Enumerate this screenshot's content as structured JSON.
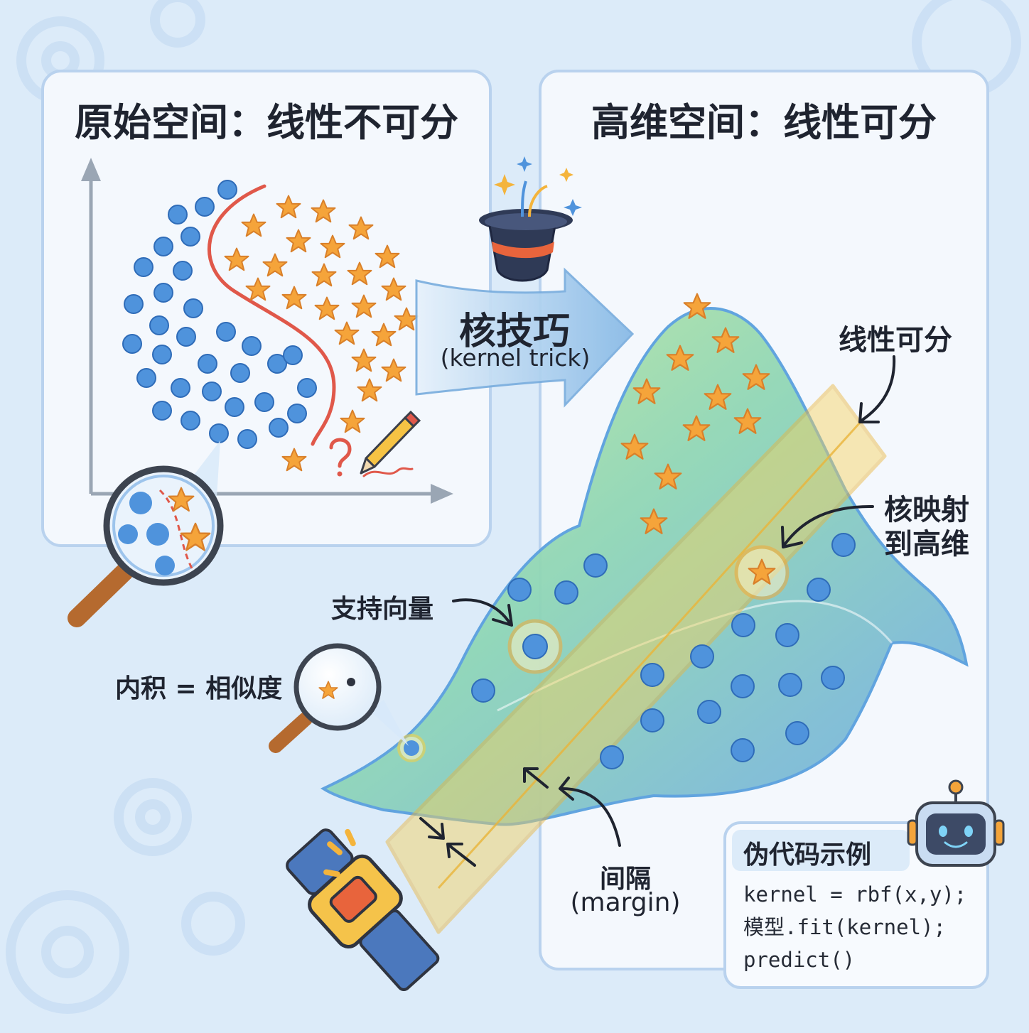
{
  "panels": {
    "left_title": "原始空间：线性不可分",
    "right_title": "高维空间：线性可分"
  },
  "transform": {
    "label_cn": "核技巧",
    "label_en": "(kernel trick)"
  },
  "annotations": {
    "linearly_separable": "线性可分",
    "kernel_mapping_line1": "核映射",
    "kernel_mapping_line2": "到高维",
    "support_vectors": "支持向量",
    "inner_product": "内积 = 相似度",
    "margin_cn": "间隔",
    "margin_en": "(margin)"
  },
  "code_box": {
    "title": "伪代码示例",
    "lines": [
      "kernel = rbf(x,y);",
      "模型.fit(kernel);",
      "predict()"
    ]
  },
  "colors": {
    "background": "#dcebf9",
    "panel": "#f4f8fd",
    "panel_border": "#b9d2ee",
    "class_a_circle": "#4f93dc",
    "class_b_star": "#f5a43a",
    "boundary_curve": "#e0584a",
    "hyperplane": "#f7d25a",
    "arrow": "#8cbde8"
  },
  "icons": [
    "magic-hat-icon",
    "sparkle-icon",
    "magnifier-icon",
    "pencil-icon",
    "question-mark-icon",
    "robot-icon",
    "seatbelt-buckle-icon",
    "gear-icon"
  ]
}
